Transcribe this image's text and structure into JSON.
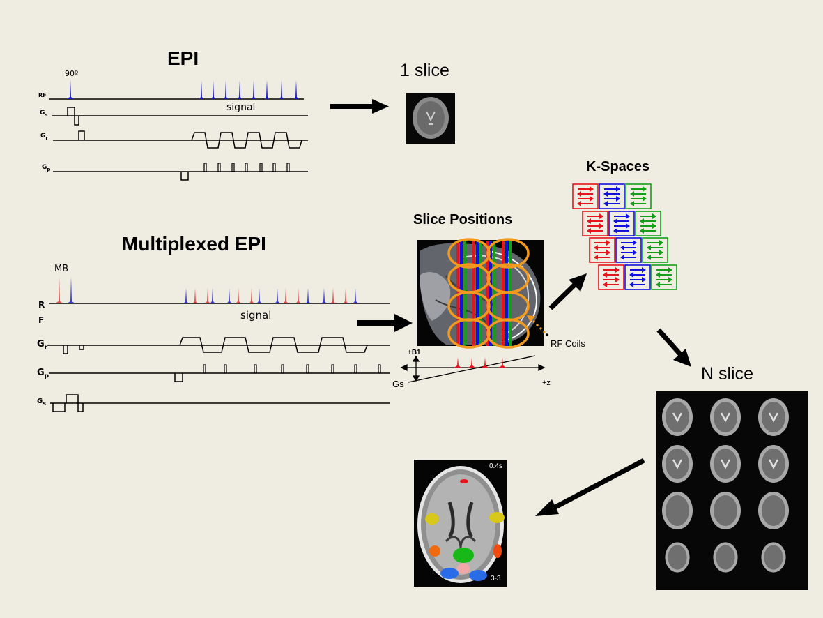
{
  "epi": {
    "title": "EPI",
    "flip_label": "90º",
    "signal_label": "signal",
    "rows": {
      "rf": "RF",
      "gs": "G",
      "gs_sub": "s",
      "gr": "G",
      "gr_sub": "r",
      "gp": "G",
      "gp_sub": "p"
    }
  },
  "one_slice": {
    "label": "1 slice"
  },
  "mb_epi": {
    "title": "Multiplexed EPI",
    "mb_label": "MB",
    "signal_label": "signal",
    "rows": {
      "r": "R",
      "f": "F",
      "gr": "G",
      "gr_sub": "r",
      "gp": "G",
      "gp_sub": "p",
      "gs": "G",
      "gs_sub": "s"
    }
  },
  "slice_positions": {
    "title": "Slice Positions",
    "b1_label": "+B1",
    "gs_label": "Gs",
    "z_label": "+z",
    "rf_coils_label": "RF Coils"
  },
  "kspaces": {
    "title": "K-Spaces",
    "rows": 4,
    "colors": [
      "#e8141b",
      "#1010e0",
      "#13a018"
    ]
  },
  "n_slice": {
    "label": "N slice",
    "grid_rows": 4,
    "grid_cols": 3
  },
  "activation_map": {
    "time_label": "0.4s",
    "corner_label": "3-3"
  },
  "colors": {
    "background": "#efece2",
    "rf_blue": "#1a1ad6",
    "mb_red": "#e05050",
    "mb_blue": "#3a3ad0",
    "coil_orange": "#f39a1e"
  }
}
